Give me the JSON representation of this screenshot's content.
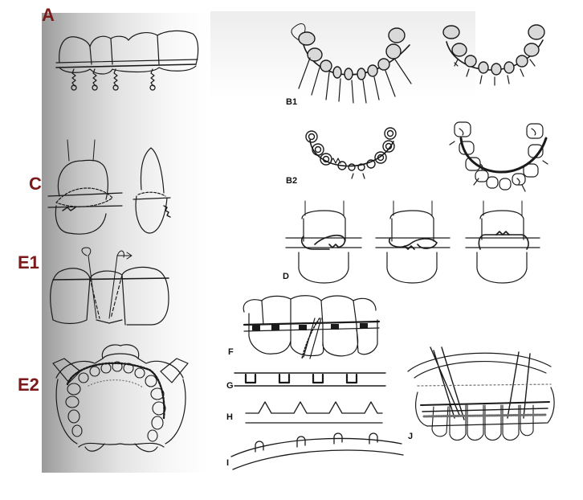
{
  "panels": {
    "a": "A",
    "b1": "B1",
    "b2": "B2",
    "c": "C",
    "d": "D",
    "e1": "E1",
    "e2": "E2",
    "f": "F",
    "g": "G",
    "h": "H",
    "i": "I",
    "j": "J"
  },
  "colors": {
    "label_red": "#7a1a1a",
    "line": "#1a1a1a",
    "stipple": "#6e6e6e"
  }
}
